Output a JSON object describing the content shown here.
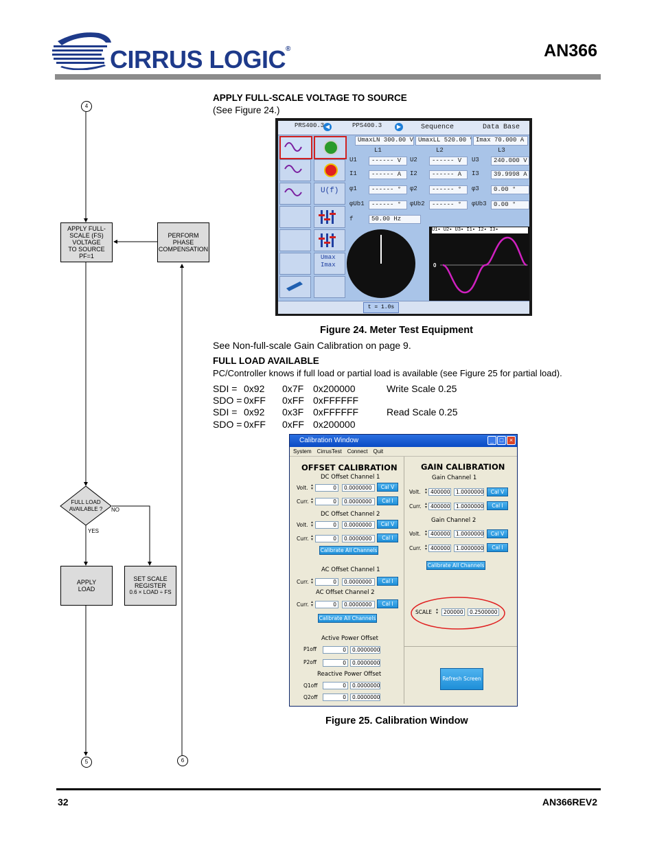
{
  "header": {
    "logo_text": "CIRRUS LOGIC",
    "registered": "®",
    "doc_title": "AN366"
  },
  "footer": {
    "page_number": "32",
    "doc_rev": "AN366REV2"
  },
  "flowchart": {
    "connector_top": "4",
    "box_apply_fs": [
      "APPLY FULL-",
      "SCALE (FS)",
      "VOLTAGE",
      "TO SOURCE",
      "PF=1"
    ],
    "box_phase": [
      "PERFORM",
      "PHASE",
      "COMPENSATION"
    ],
    "decision": [
      "FULL LOAD",
      "AVAILABLE ?"
    ],
    "no_label": "NO",
    "yes_label": "YES",
    "box_apply_load": [
      "APPLY",
      "LOAD"
    ],
    "box_set_scale": [
      "SET SCALE",
      "REGISTER",
      "0.6 × LOAD ÷ FS"
    ],
    "connector_bottom_left": "5",
    "connector_bottom_right": "6"
  },
  "section1": {
    "heading": "APPLY FULL-SCALE VOLTAGE TO SOURCE",
    "subtext": "(See Figure 24.)"
  },
  "figure24": {
    "caption": "Figure 24.  Meter Test Equipment",
    "tab1": "PRS400.3",
    "tab2": "PPS400.3",
    "tab3": "Sequence",
    "tab4": "Data Base",
    "row_umax": [
      "UmaxLN  300.00  V",
      "UmaxLL  520.00  V",
      "Imax     70.000  A"
    ],
    "phase_labels": [
      "L1",
      "L2",
      "L3"
    ],
    "u_vals": [
      "------  V",
      "------  V",
      "240.000  V"
    ],
    "i_vals": [
      "------  A",
      "------  A",
      "39.9998  A"
    ],
    "phi_vals": [
      "------  °",
      "------  °",
      "0.00  °"
    ],
    "phiub_vals": [
      "------  °",
      "------  °",
      "0.00  °"
    ],
    "u_labels": [
      "U1",
      "U2",
      "U3"
    ],
    "i_labels": [
      "I1",
      "I2",
      "I3"
    ],
    "phi_labels": [
      "φ1",
      "φ2",
      "φ3"
    ],
    "phiub_labels": [
      "φUb1",
      "φUb2",
      "φUb3"
    ],
    "freq": "50.00  Hz",
    "freq_label": "f",
    "time_label": "t = 1.0s",
    "uf_label": "U(f)",
    "umax_btn": [
      "Umax",
      "Imax"
    ],
    "legend": [
      "U1",
      "U2",
      "U3",
      "I1",
      "I2",
      "I3"
    ],
    "scale_zero": "0"
  },
  "section2": {
    "text": "See Non-full-scale Gain Calibration on page 9."
  },
  "section3": {
    "heading": "FULL LOAD AVAILABLE",
    "text": "PC/Controller knows if full load or partial load is available (see Figure 25 for partial load).",
    "registers": [
      {
        "a": "SDI =",
        "b": "0x92",
        "c": "0x7F",
        "d": "0x200000",
        "e": "Write Scale 0.25"
      },
      {
        "a": "SDO =",
        "b": "0xFF",
        "c": "0xFF",
        "d": "0xFFFFFF",
        "e": ""
      },
      {
        "a": "SDI =",
        "b": "0x92",
        "c": "0x3F",
        "d": "0xFFFFFF",
        "e": "Read Scale 0.25"
      },
      {
        "a": "SDO =",
        "b": "0xFF",
        "c": "0xFF",
        "d": "0x200000",
        "e": ""
      }
    ]
  },
  "figure25": {
    "caption": "Figure 25.  Calibration Window",
    "title": "Calibration Window",
    "menu": [
      "System",
      "CirrusTest",
      "Connect",
      "Quit"
    ],
    "offset_title": "OFFSET CALIBRATION",
    "dc1": "DC Offset Channel 1",
    "dc2": "DC Offset Channel 2",
    "ac1": "AC Offset Channel 1",
    "ac2": "AC Offset Channel 2",
    "volt": "Volt.",
    "curr": "Curr.",
    "zero": "0",
    "zero7": "0.0000000",
    "cal_v": "Cal V",
    "cal_i": "Cal I",
    "cal_all": "Calibrate All Channels",
    "active_title": "Active Power Offset",
    "reactive_title": "Reactive Power Offset",
    "p1": "P1off",
    "p2": "P2off",
    "q1": "Q1off",
    "q2": "Q2off",
    "gain_title": "GAIN CALIBRATION",
    "gain1": "Gain Channel 1",
    "gain2": "Gain Channel 2",
    "g_in": "400000",
    "g_val": "1.0000000",
    "scale_label": "SCALE",
    "scale_in": "200000",
    "scale_val": "0.2500000",
    "refresh": "Refresh Screen"
  }
}
